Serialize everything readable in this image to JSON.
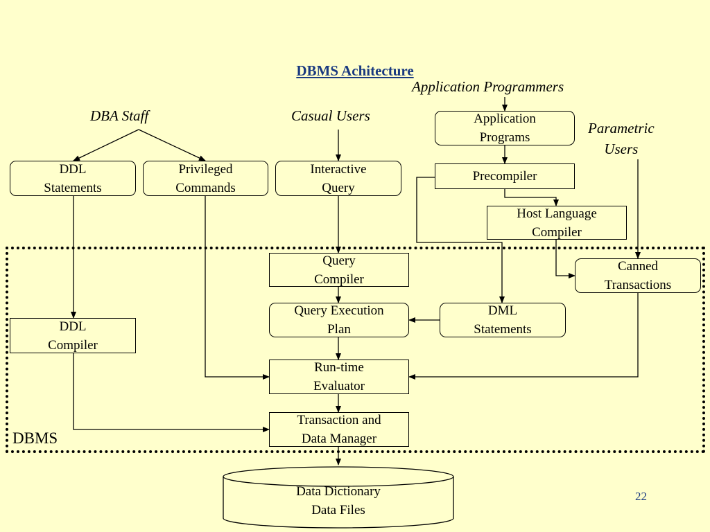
{
  "title": "DBMS Achitecture",
  "actors": {
    "dba_staff": "DBA Staff",
    "casual_users": "Casual Users",
    "application_programmers": "Application Programmers",
    "parametric_users": "Parametric\nUsers"
  },
  "boxes": {
    "ddl_statements": "DDL\nStatements",
    "privileged_commands": "Privileged\nCommands",
    "interactive_query": "Interactive\nQuery",
    "application_programs": "Application\nPrograms",
    "precompiler": "Precompiler",
    "host_language_compiler": "Host Language\nCompiler",
    "query_compiler": "Query\nCompiler",
    "canned_transactions": "Canned\nTransactions",
    "query_execution_plan": "Query Execution\nPlan",
    "dml_statements": "DML\nStatements",
    "ddl_compiler": "DDL\nCompiler",
    "runtime_evaluator": "Run-time\nEvaluator",
    "transaction_data_manager": "Transaction and\nData Manager",
    "data_store": "Data Dictionary\nData Files"
  },
  "dbms_label": "DBMS",
  "page_number": "22"
}
